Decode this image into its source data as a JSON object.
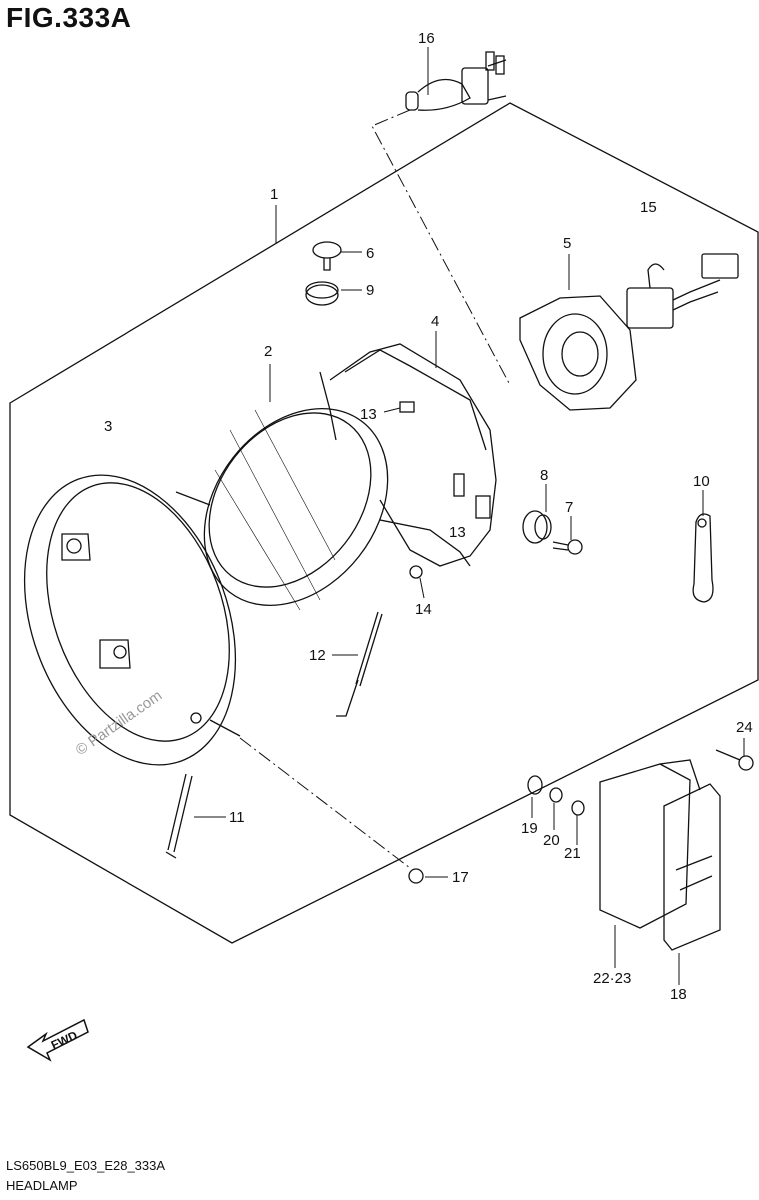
{
  "figure": {
    "title": "FIG.333A",
    "code": "LS650BL9_E03_E28_333A",
    "name": "HEADLAMP",
    "watermark": "© Partzilla.com",
    "fwd_label": "FWD"
  },
  "callouts": {
    "c1": "1",
    "c2": "2",
    "c3": "3",
    "c4": "4",
    "c5": "5",
    "c6": "6",
    "c7": "7",
    "c8": "8",
    "c9": "9",
    "c10": "10",
    "c11": "11",
    "c12": "12",
    "c13a": "13",
    "c13b": "13",
    "c14": "14",
    "c15": "15",
    "c16": "16",
    "c17": "17",
    "c18": "18",
    "c19": "19",
    "c20": "20",
    "c21": "21",
    "c2223": "22·23",
    "c24": "24"
  }
}
